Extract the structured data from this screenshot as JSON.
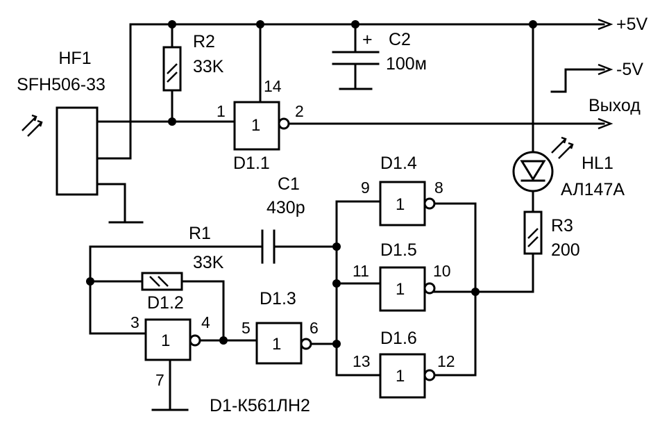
{
  "rails": {
    "vcc": "+5V",
    "vee": "-5V",
    "output": "Выход"
  },
  "sensor": {
    "ref": "HF1",
    "part": "SFH506-33"
  },
  "r1": {
    "ref": "R1",
    "value": "33K"
  },
  "r2": {
    "ref": "R2",
    "value": "33K"
  },
  "r3": {
    "ref": "R3",
    "value": "200"
  },
  "c1": {
    "ref": "C1",
    "value": "430p"
  },
  "c2": {
    "ref": "C2",
    "value": "100м",
    "polarity": "+"
  },
  "led": {
    "ref": "HL1",
    "part": "АЛ147А"
  },
  "chip": {
    "label": "D1-К561ЛН2"
  },
  "gates": {
    "d11": {
      "ref": "D1.1",
      "sym": "1",
      "in": "1",
      "out": "2",
      "vcc": "14"
    },
    "d12": {
      "ref": "D1.2",
      "sym": "1",
      "in": "3",
      "out": "4",
      "gnd": "7"
    },
    "d13": {
      "ref": "D1.3",
      "sym": "1",
      "in": "5",
      "out": "6"
    },
    "d14": {
      "ref": "D1.4",
      "sym": "1",
      "in": "9",
      "out": "8"
    },
    "d15": {
      "ref": "D1.5",
      "sym": "1",
      "in": "11",
      "out": "10"
    },
    "d16": {
      "ref": "D1.6",
      "sym": "1",
      "in": "13",
      "out": "12"
    }
  }
}
